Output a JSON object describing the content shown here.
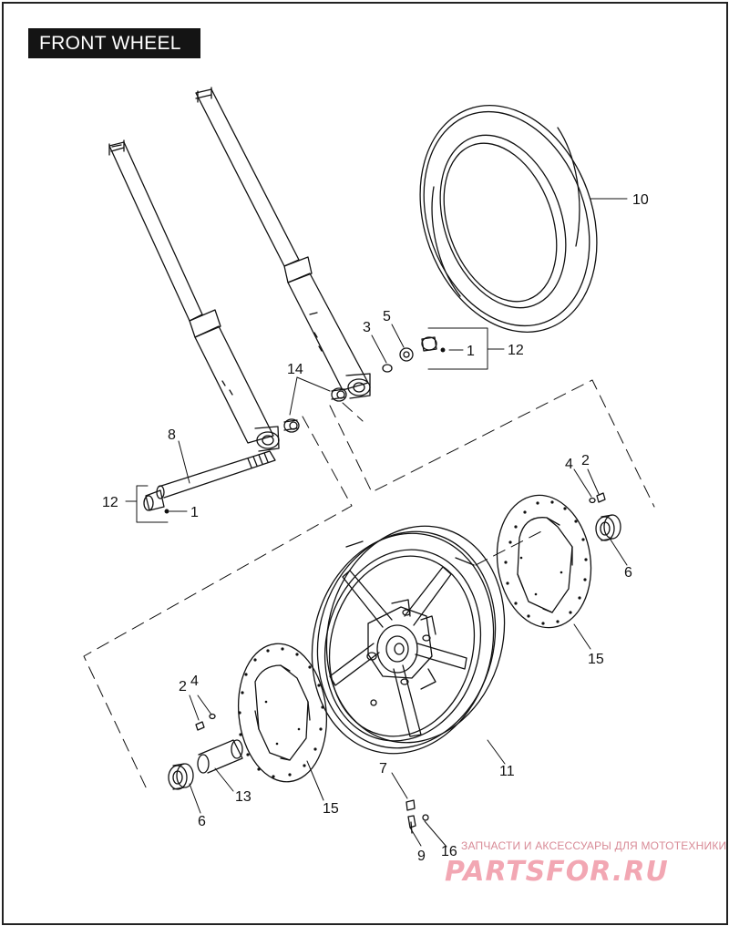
{
  "title": "FRONT WHEEL",
  "callouts": {
    "c10": "10",
    "c3": "3",
    "c5": "5",
    "c1a": "1",
    "c12a": "12",
    "c14": "14",
    "c8": "8",
    "c12b": "12",
    "c1b": "1",
    "c4a": "4",
    "c2a": "2",
    "c6a": "6",
    "c15a": "15",
    "c11": "11",
    "c2b": "2",
    "c4b": "4",
    "c13": "13",
    "c6b": "6",
    "c15b": "15",
    "c7": "7",
    "c9": "9",
    "c16": "16"
  },
  "watermark": {
    "caption": "ЗАПЧАСТИ И АКСЕССУАРЫ ДЛЯ МОТОТЕХНИКИ",
    "logo": "PARTSFOR.RU"
  },
  "colors": {
    "ink": "#111111",
    "badge": "#141414",
    "watermark": "#f2a7b3"
  }
}
